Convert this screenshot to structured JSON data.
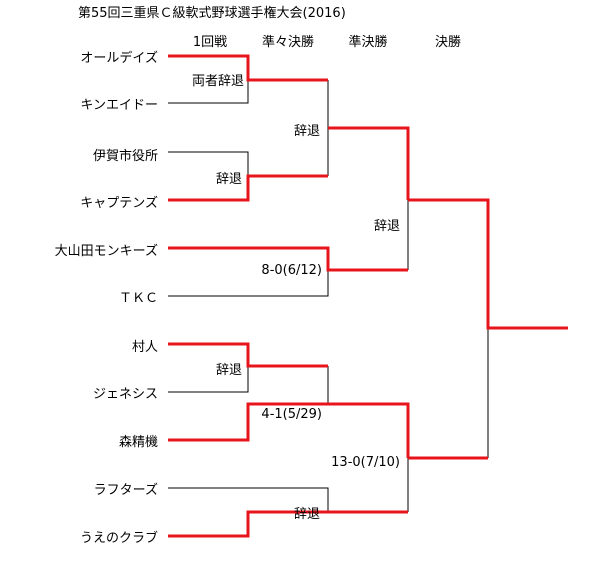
{
  "title": "第55回三重県Ｃ級軟式野球選手権大会(2016)",
  "rounds": [
    "1回戦",
    "準々決勝",
    "準決勝",
    "決勝"
  ],
  "teams": [
    "オールデイズ",
    "キンエイドー",
    "伊賀市役所",
    "キャプテンズ",
    "大山田モンキーズ",
    "ＴＫＣ",
    "村人",
    "ジェネシス",
    "森精機",
    "ラフターズ",
    "うえのクラブ"
  ],
  "results": {
    "r1_m1": "両者辞退",
    "r1_m2": "辞退",
    "r1_m3": "辞退",
    "qf_m1": "辞退",
    "qf_m2": "8-0(6/12)",
    "qf_m3": "4-1(5/29)",
    "qf_m4": "辞退",
    "sf_m1": "辞退",
    "sf_m2": "13-0(7/10)"
  },
  "colors": {
    "winner": "#e8141c",
    "line": "#000000"
  }
}
